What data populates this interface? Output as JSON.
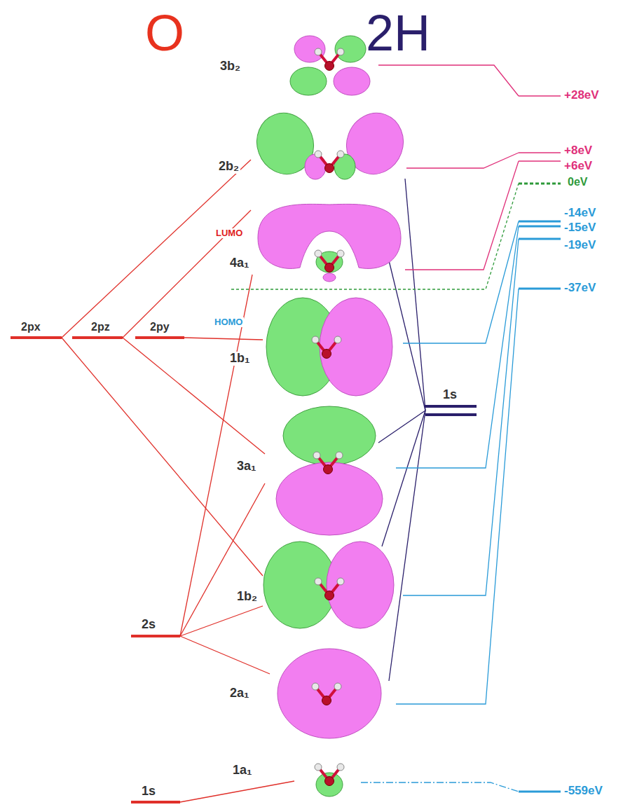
{
  "diagram": {
    "labels": [
      "O",
      "2H",
      "3b₂",
      "+28eV",
      "2b₂",
      "+8eV",
      "+6eV",
      "0eV",
      "LUMO",
      "-14eV",
      "-15eV",
      "-19eV",
      "4a₁",
      "-37eV",
      "2px",
      "2pz",
      "2py",
      "HOMO",
      "1b₁",
      "1s",
      "3a₁",
      "1b₂",
      "2s",
      "2a₁",
      "1a₁",
      "1s",
      "-559eV"
    ]
  }
}
